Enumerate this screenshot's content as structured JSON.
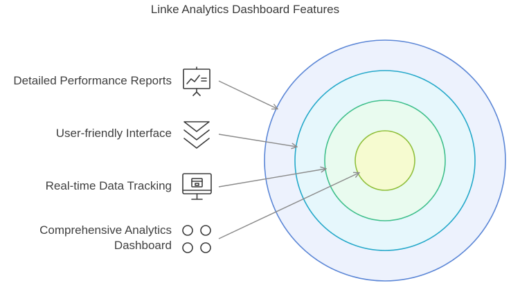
{
  "title": "Linke Analytics Dashboard Features",
  "features": [
    {
      "label": "Detailed Performance Reports",
      "icon": "presentation-chart-icon"
    },
    {
      "label": "User-friendly Interface",
      "icon": "stacked-chevrons-icon"
    },
    {
      "label": "Real-time Data Tracking",
      "icon": "monitor-icon"
    },
    {
      "label_lines": [
        "Comprehensive Analytics",
        "Dashboard"
      ],
      "icon": "four-circles-icon"
    }
  ],
  "colors": {
    "ring_outer": "#5b86d6",
    "ring_2": "#23a8c9",
    "ring_3": "#3fbf8c",
    "ring_core": "#8fbf3a",
    "fill_outer": "#edf2fd",
    "fill_2": "#e6f7fc",
    "fill_3": "#e9fbef",
    "fill_core": "#f6fbd0",
    "arrow": "#8a8a8a",
    "icon": "#3a3a3a"
  }
}
